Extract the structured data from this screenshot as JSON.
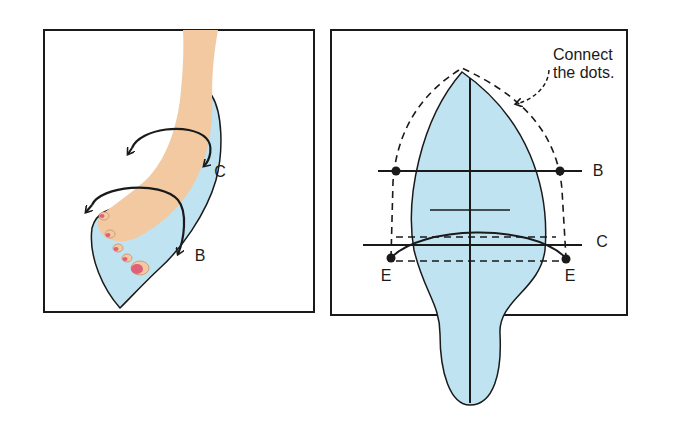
{
  "diagram": {
    "labels": [
      "C",
      "B",
      "Connect the dots.",
      "B",
      "C",
      "E",
      "E"
    ]
  }
}
